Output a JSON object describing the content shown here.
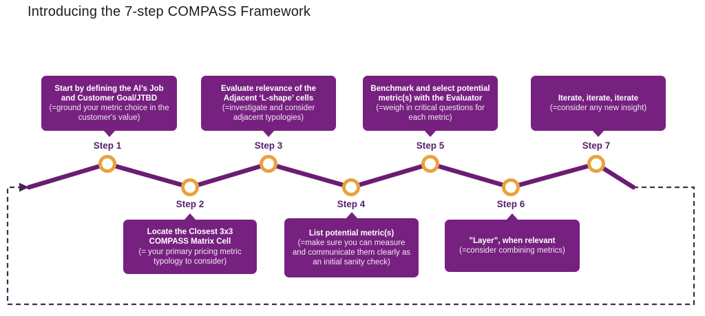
{
  "title": "Introducing the 7-step COMPASS Framework",
  "colors": {
    "box_purple": "#76217F",
    "line_purple": "#6A1D72",
    "dashed_purple": "#45274F",
    "node_gold": "#E8A33C",
    "step_label": "#53216B"
  },
  "diagram": {
    "type": "zigzag-timeline",
    "node_shape": "gold-ring-circle",
    "loop": "dashed feedback loop returning from step 7 back to start"
  },
  "steps": [
    {
      "label": "Step 1",
      "position": "top",
      "title": "Start by defining the AI’s Job and Customer Goal/JTBD",
      "detail": "(=ground your metric choice in the customer's value)"
    },
    {
      "label": "Step 2",
      "position": "bottom",
      "title": "Locate the Closest 3x3 COMPASS Matrix Cell",
      "detail": "(= your primary pricing metric typology to consider)"
    },
    {
      "label": "Step 3",
      "position": "top",
      "title": "Evaluate relevance of the Adjacent ‘L-shape’ cells",
      "detail": "(=investigate and consider adjacent typologies)"
    },
    {
      "label": "Step 4",
      "position": "bottom",
      "title": "List potential metric(s)",
      "detail": "(=make sure you can measure and communicate them clearly as an initial sanity check)"
    },
    {
      "label": "Step 5",
      "position": "top",
      "title": "Benchmark and select potential metric(s) with the Evaluator",
      "detail": "(=weigh in critical questions for each metric)"
    },
    {
      "label": "Step 6",
      "position": "bottom",
      "title": "\"Layer”, when relevant",
      "detail": "(=consider combining metrics)"
    },
    {
      "label": "Step 7",
      "position": "top",
      "title": "Iterate, iterate, iterate",
      "detail": "(=consider any new insight)"
    }
  ]
}
